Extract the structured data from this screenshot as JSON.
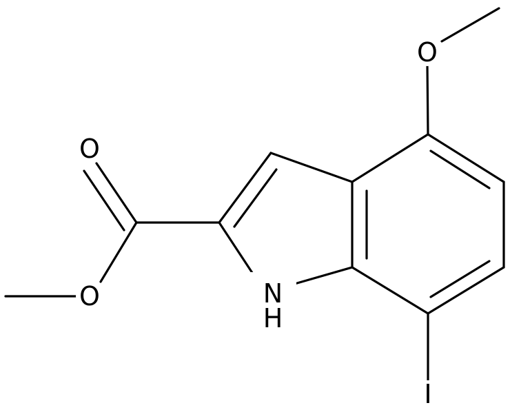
{
  "molecule": {
    "labels": {
      "o_methoxy": "O",
      "o_carbonyl": "O",
      "o_ester": "O",
      "nh": "NH",
      "iodine": "I"
    },
    "line_color": "#000000",
    "background": "#ffffff"
  }
}
